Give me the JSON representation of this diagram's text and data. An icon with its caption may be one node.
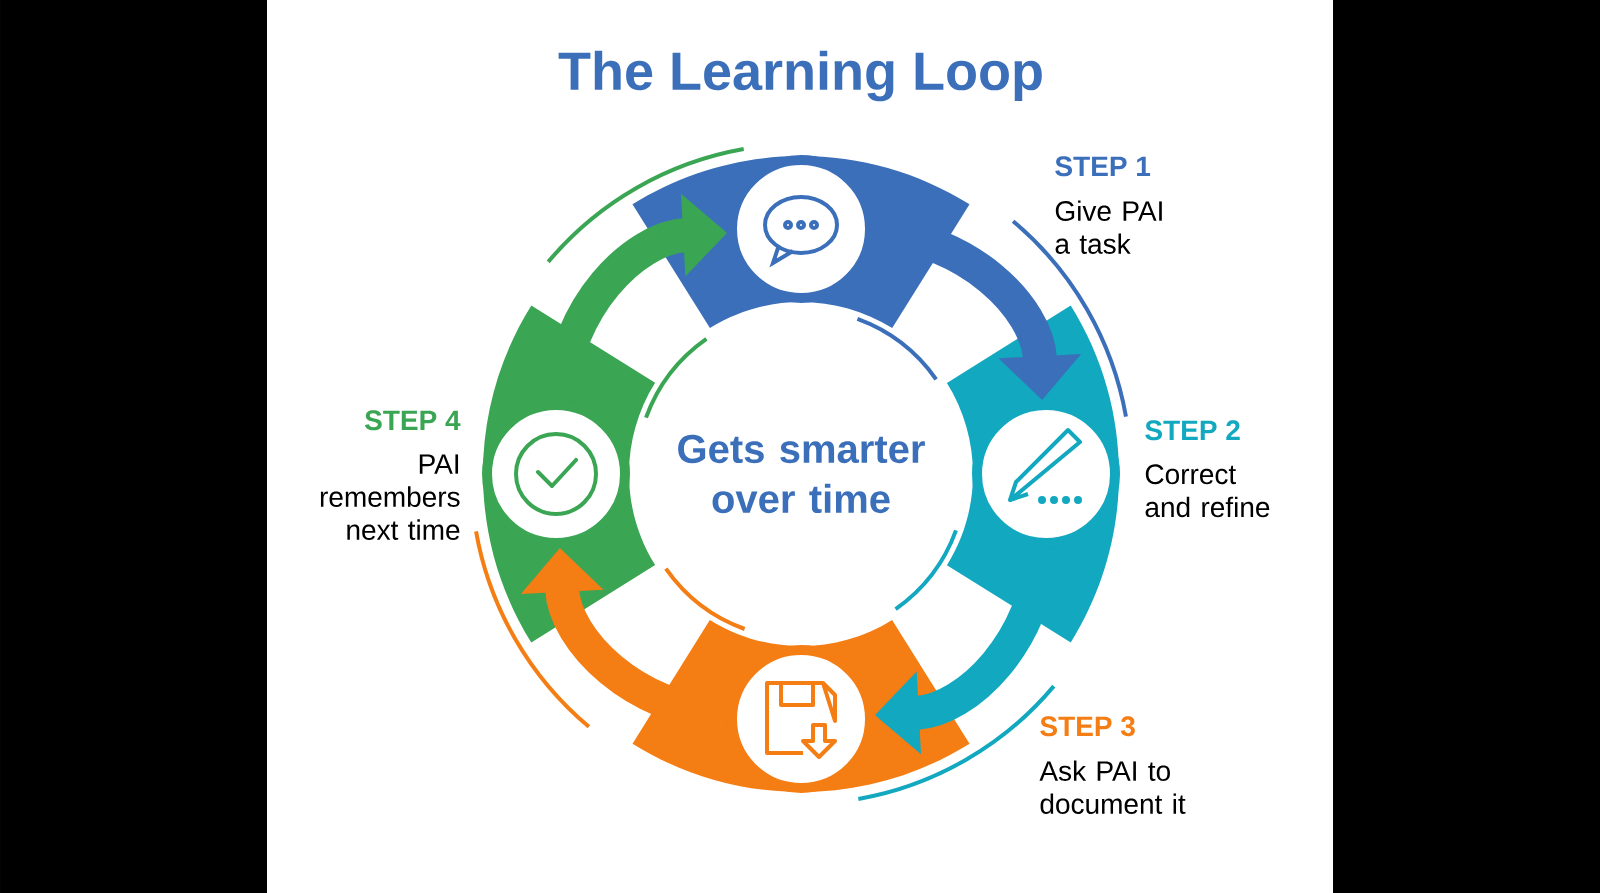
{
  "diagram": {
    "title": "The Learning Loop",
    "nodes": [
      {
        "text": [
          "Gets smarter over time"
        ]
      },
      {
        "text": [],
        "shape": "circle",
        "beside": [
          "STEP 1",
          "Give PAI a task"
        ]
      },
      {
        "text": [],
        "shape": "circle",
        "beside": [
          "STEP 2",
          "Correct and refine"
        ]
      },
      {
        "text": [],
        "shape": "circle",
        "beside": [
          "STEP 3",
          "Ask PAI to document it"
        ]
      },
      {
        "text": [],
        "shape": "circle",
        "beside": [
          "STEP 4",
          "PAI remembers next time"
        ]
      }
    ],
    "edges": [
      {
        "from": 1,
        "to": 2,
        "arrow": "to",
        "color": "#3b6fba"
      },
      {
        "from": 2,
        "to": 3,
        "arrow": "to",
        "color": "#12a8bf"
      },
      {
        "from": 3,
        "to": 4,
        "arrow": "to",
        "color": "#f47d14"
      },
      {
        "from": 4,
        "to": 1,
        "arrow": "to",
        "color": "#3aa553"
      }
    ]
  }
}
